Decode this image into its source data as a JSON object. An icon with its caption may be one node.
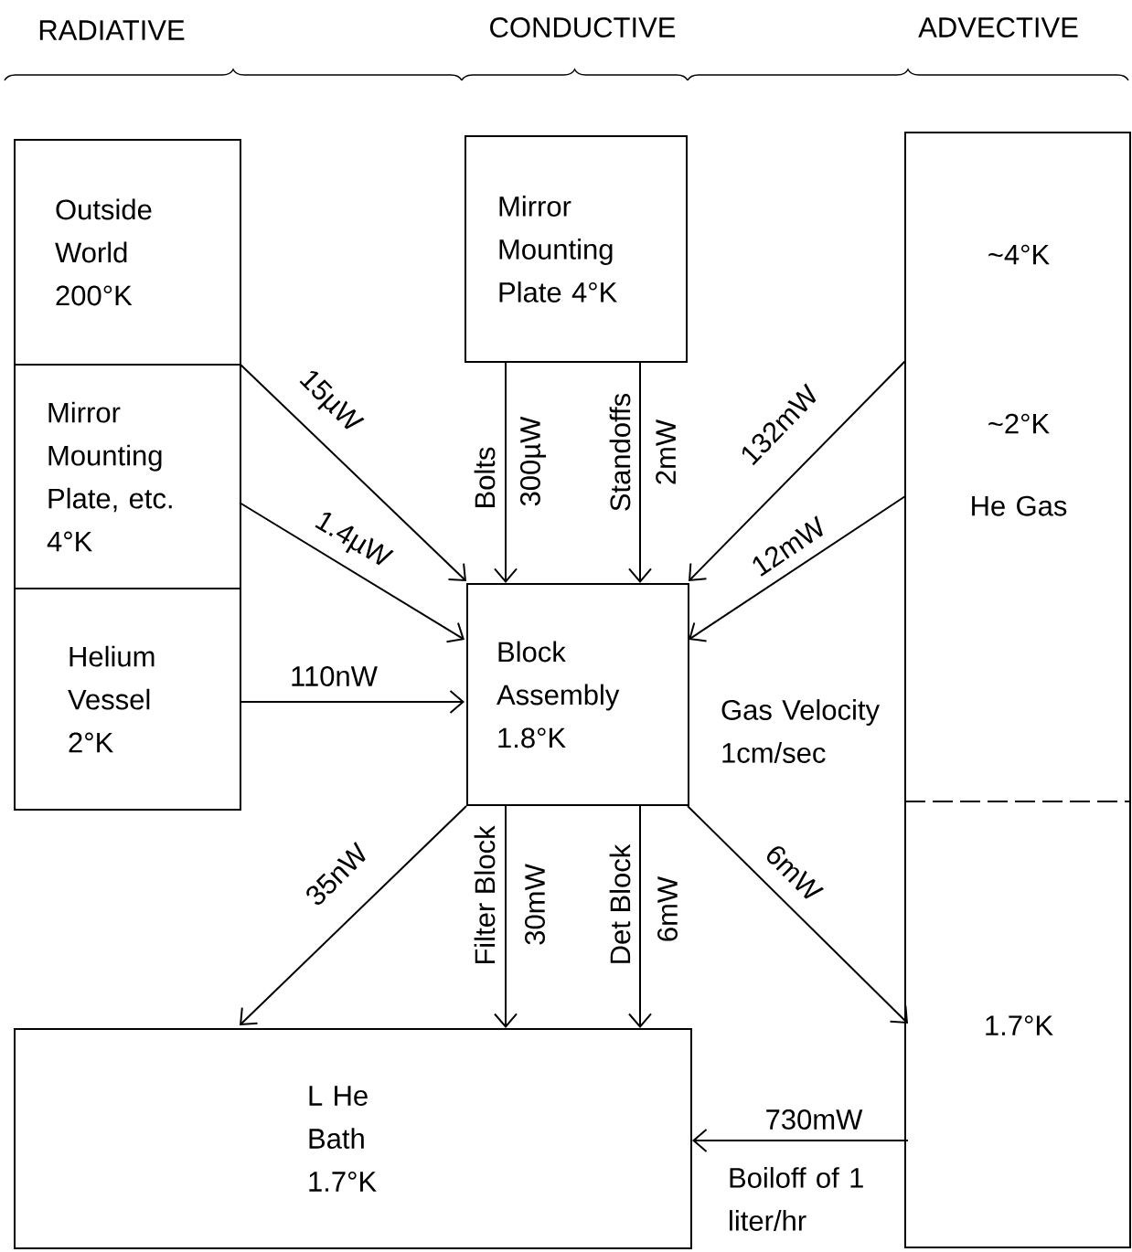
{
  "diagram": {
    "nodes": [
      {
        "text": [
          "Outside World 200°K"
        ]
      },
      {
        "text": [
          "Mirror Mounting Plate, etc. 4°K"
        ]
      },
      {
        "text": [
          "Helium Vessel 2°K"
        ]
      },
      {
        "text": [
          "Mirror Mounting Plate 4°K"
        ]
      },
      {
        "text": [
          "~4°K",
          "~2°K",
          "He Gas"
        ]
      },
      {
        "text": [
          "1.7°K"
        ]
      },
      {
        "text": [
          "Block Assembly 1.8°K"
        ]
      },
      {
        "text": [
          "L He Bath 1.7°K"
        ]
      }
    ],
    "edges": [
      {
        "from": 0,
        "to": 6,
        "arrow": "to",
        "label": "15µW"
      },
      {
        "from": 1,
        "to": 6,
        "arrow": "to",
        "label": "1.4µW"
      },
      {
        "from": 2,
        "to": 6,
        "arrow": "to",
        "label": "110nW"
      },
      {
        "from": 3,
        "to": 6,
        "arrow": "to",
        "label": "300µW"
      },
      {
        "from": 3,
        "to": 6,
        "arrow": "to",
        "label": "2mW"
      },
      {
        "from": 4,
        "to": 6,
        "arrow": "to",
        "label": "132mW"
      },
      {
        "from": 4,
        "to": 6,
        "arrow": "to",
        "label": "12mW"
      },
      {
        "from": 6,
        "to": 7,
        "arrow": "to",
        "label": "35nW"
      },
      {
        "from": 6,
        "to": 7,
        "arrow": "to",
        "label": "30mW"
      },
      {
        "from": 6,
        "to": 7,
        "arrow": "to",
        "label": "6mW"
      },
      {
        "from": 6,
        "to": 5,
        "arrow": "to",
        "label": "6mW"
      },
      {
        "from": 5,
        "to": 7,
        "arrow": "to",
        "label": "730mW"
      }
    ],
    "labels": [
      "RADIATIVE",
      "CONDUCTIVE",
      "ADVECTIVE",
      "Bolts",
      "Standoffs",
      "Gas Velocity 1cm/sec",
      "Filter Block",
      "Det Block",
      "Boiloff of 1 liter/hr"
    ]
  }
}
